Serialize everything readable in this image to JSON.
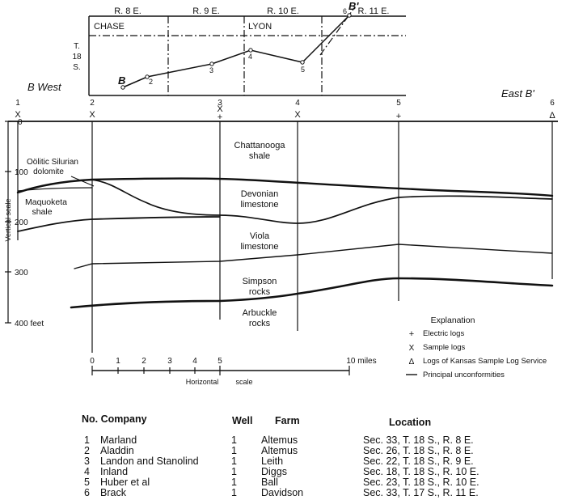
{
  "map": {
    "ranges": [
      "R. 8 E.",
      "R. 9 E.",
      "R. 10 E.",
      "R. 11 E."
    ],
    "counties": [
      "CHASE",
      "LYON"
    ],
    "township": [
      "T.",
      "18",
      "S."
    ],
    "line_start": "B",
    "line_end": "B'",
    "well_numbers": [
      "2",
      "3",
      "4",
      "5",
      "6"
    ]
  },
  "section": {
    "west_label": "B West",
    "east_label": "East B'",
    "well_numbers": [
      "1",
      "2",
      "3",
      "4",
      "5",
      "6"
    ],
    "vertical_scale_title": "Vertical scale",
    "depth_ticks": [
      "0",
      "100",
      "200",
      "300",
      "400 feet"
    ],
    "units": [
      {
        "name": "oolitic-dolomite",
        "lines": [
          "Oölitic Silurian",
          "dolomite"
        ]
      },
      {
        "name": "maquoketa",
        "lines": [
          "Maquoketa",
          "shale"
        ]
      },
      {
        "name": "chattanooga",
        "lines": [
          "Chattanooga",
          "shale"
        ]
      },
      {
        "name": "devonian",
        "lines": [
          "Devonian",
          "limestone"
        ]
      },
      {
        "name": "viola",
        "lines": [
          "Viola",
          "limestone"
        ]
      },
      {
        "name": "simpson",
        "lines": [
          "Simpson",
          "rocks"
        ]
      },
      {
        "name": "arbuckle",
        "lines": [
          "Arbuckle",
          "rocks"
        ]
      }
    ]
  },
  "scale": {
    "ticks": [
      "0",
      "1",
      "2",
      "3",
      "4",
      "5",
      "10 miles"
    ],
    "caption": [
      "Horizontal",
      "scale"
    ]
  },
  "legend": {
    "title": "Explanation",
    "items": [
      {
        "symbol": "+",
        "label": "Electric logs"
      },
      {
        "symbol": "X",
        "label": "Sample logs"
      },
      {
        "symbol": "Δ",
        "label": "Logs of Kansas Sample Log Service"
      },
      {
        "symbol": "line",
        "label": "Principal unconformities"
      }
    ]
  },
  "table": {
    "headers": {
      "no_company": "No. Company",
      "well": "Well",
      "farm": "Farm",
      "location": "Location"
    },
    "rows": [
      {
        "no": "1",
        "company": "Marland",
        "well": "1",
        "farm": "Altemus",
        "location": "Sec. 33, T. 18 S., R. 8 E."
      },
      {
        "no": "2",
        "company": "Aladdin",
        "well": "1",
        "farm": "Altemus",
        "location": "Sec. 26, T. 18 S., R. 8 E."
      },
      {
        "no": "3",
        "company": "Landon and Stanolind",
        "well": "1",
        "farm": "Leith",
        "location": "Sec. 22, T. 18 S., R. 9 E."
      },
      {
        "no": "4",
        "company": "Inland",
        "well": "1",
        "farm": "Diggs",
        "location": "Sec. 18, T. 18 S., R. 10 E."
      },
      {
        "no": "5",
        "company": "Huber et al",
        "well": "1",
        "farm": "Ball",
        "location": "Sec. 23, T. 18 S., R. 10 E."
      },
      {
        "no": "6",
        "company": "Brack",
        "well": "1",
        "farm": "Davidson",
        "location": "Sec. 33, T. 17 S., R. 11 E."
      }
    ]
  }
}
